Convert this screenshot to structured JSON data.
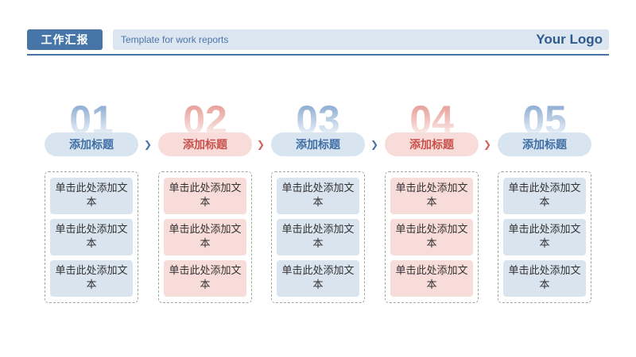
{
  "header": {
    "badge": "工作汇报",
    "subtitle": "Template for work reports",
    "logo": "Your Logo"
  },
  "colors": {
    "blue_accent": "#4775a8",
    "red_accent": "#c9504a",
    "blue_fill": "#dae4ef",
    "red_fill": "#f8dcd9"
  },
  "icons": {
    "arrow": "chevron-right-icon"
  },
  "columns": [
    {
      "number": "01",
      "title": "添加标题",
      "theme": "blue",
      "items": [
        "单击此处添加文本",
        "单击此处添加文本",
        "单击此处添加文本"
      ]
    },
    {
      "number": "02",
      "title": "添加标题",
      "theme": "red",
      "items": [
        "单击此处添加文本",
        "单击此处添加文本",
        "单击此处添加文本"
      ]
    },
    {
      "number": "03",
      "title": "添加标题",
      "theme": "blue",
      "items": [
        "单击此处添加文本",
        "单击此处添加文本",
        "单击此处添加文本"
      ]
    },
    {
      "number": "04",
      "title": "添加标题",
      "theme": "red",
      "items": [
        "单击此处添加文本",
        "单击此处添加文本",
        "单击此处添加文本"
      ]
    },
    {
      "number": "05",
      "title": "添加标题",
      "theme": "blue",
      "items": [
        "单击此处添加文本",
        "单击此处添加文本",
        "单击此处添加文本"
      ]
    }
  ]
}
